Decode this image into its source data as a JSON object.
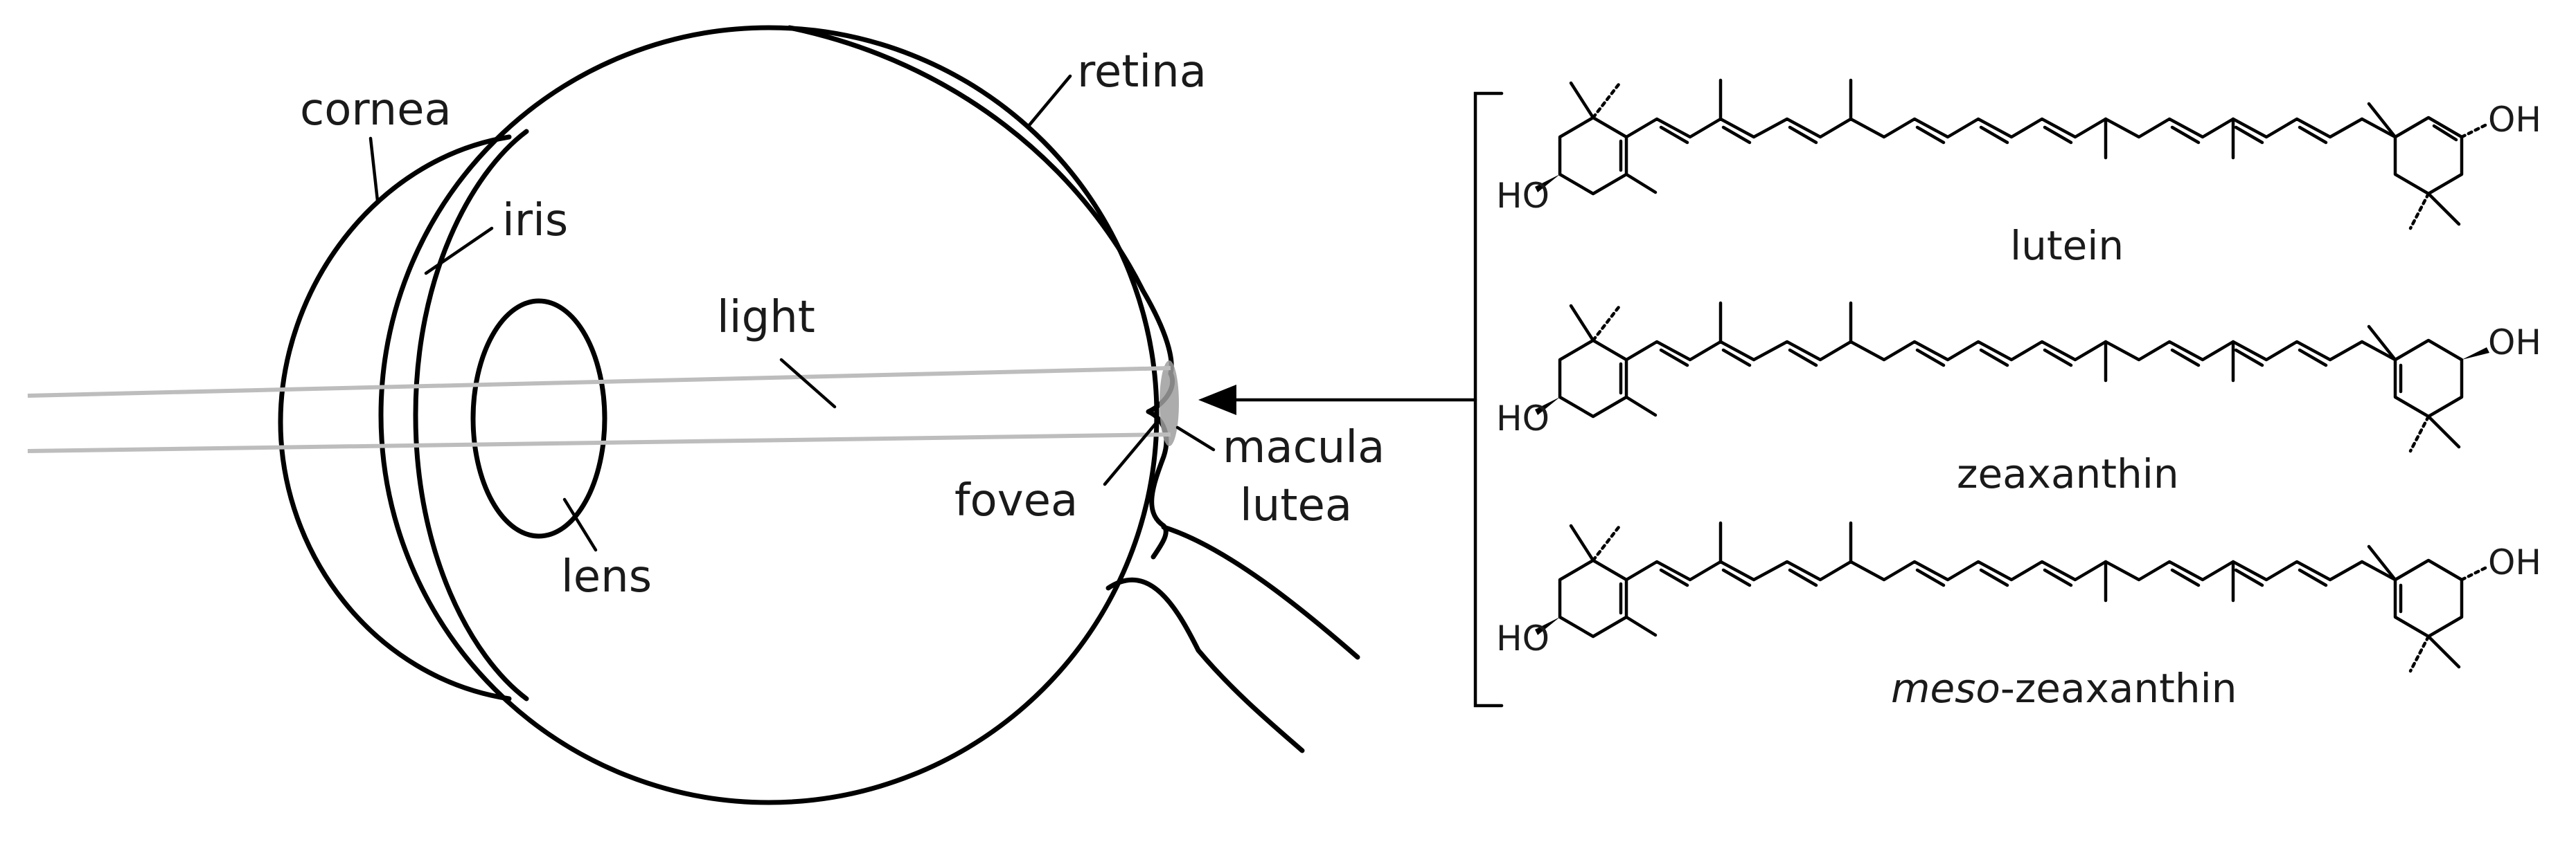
{
  "eye": {
    "labels": {
      "cornea": "cornea",
      "iris": "iris",
      "retina": "retina",
      "light": "light",
      "lens": "lens",
      "fovea": "fovea",
      "macula_line1": "macula",
      "macula_line2": "lutea"
    }
  },
  "pigments": [
    {
      "name": "lutein",
      "name_prefix": "",
      "oh_left": "HO",
      "oh_right": "OH"
    },
    {
      "name": "zeaxanthin",
      "name_prefix": "",
      "oh_left": "HO",
      "oh_right": "OH"
    },
    {
      "name": "-zeaxanthin",
      "name_prefix": "meso",
      "oh_left": "HO",
      "oh_right": "OH"
    }
  ],
  "colors": {
    "line": "#000000",
    "light_ray": "#bdbdbd",
    "macula": "#9e9e9e"
  }
}
